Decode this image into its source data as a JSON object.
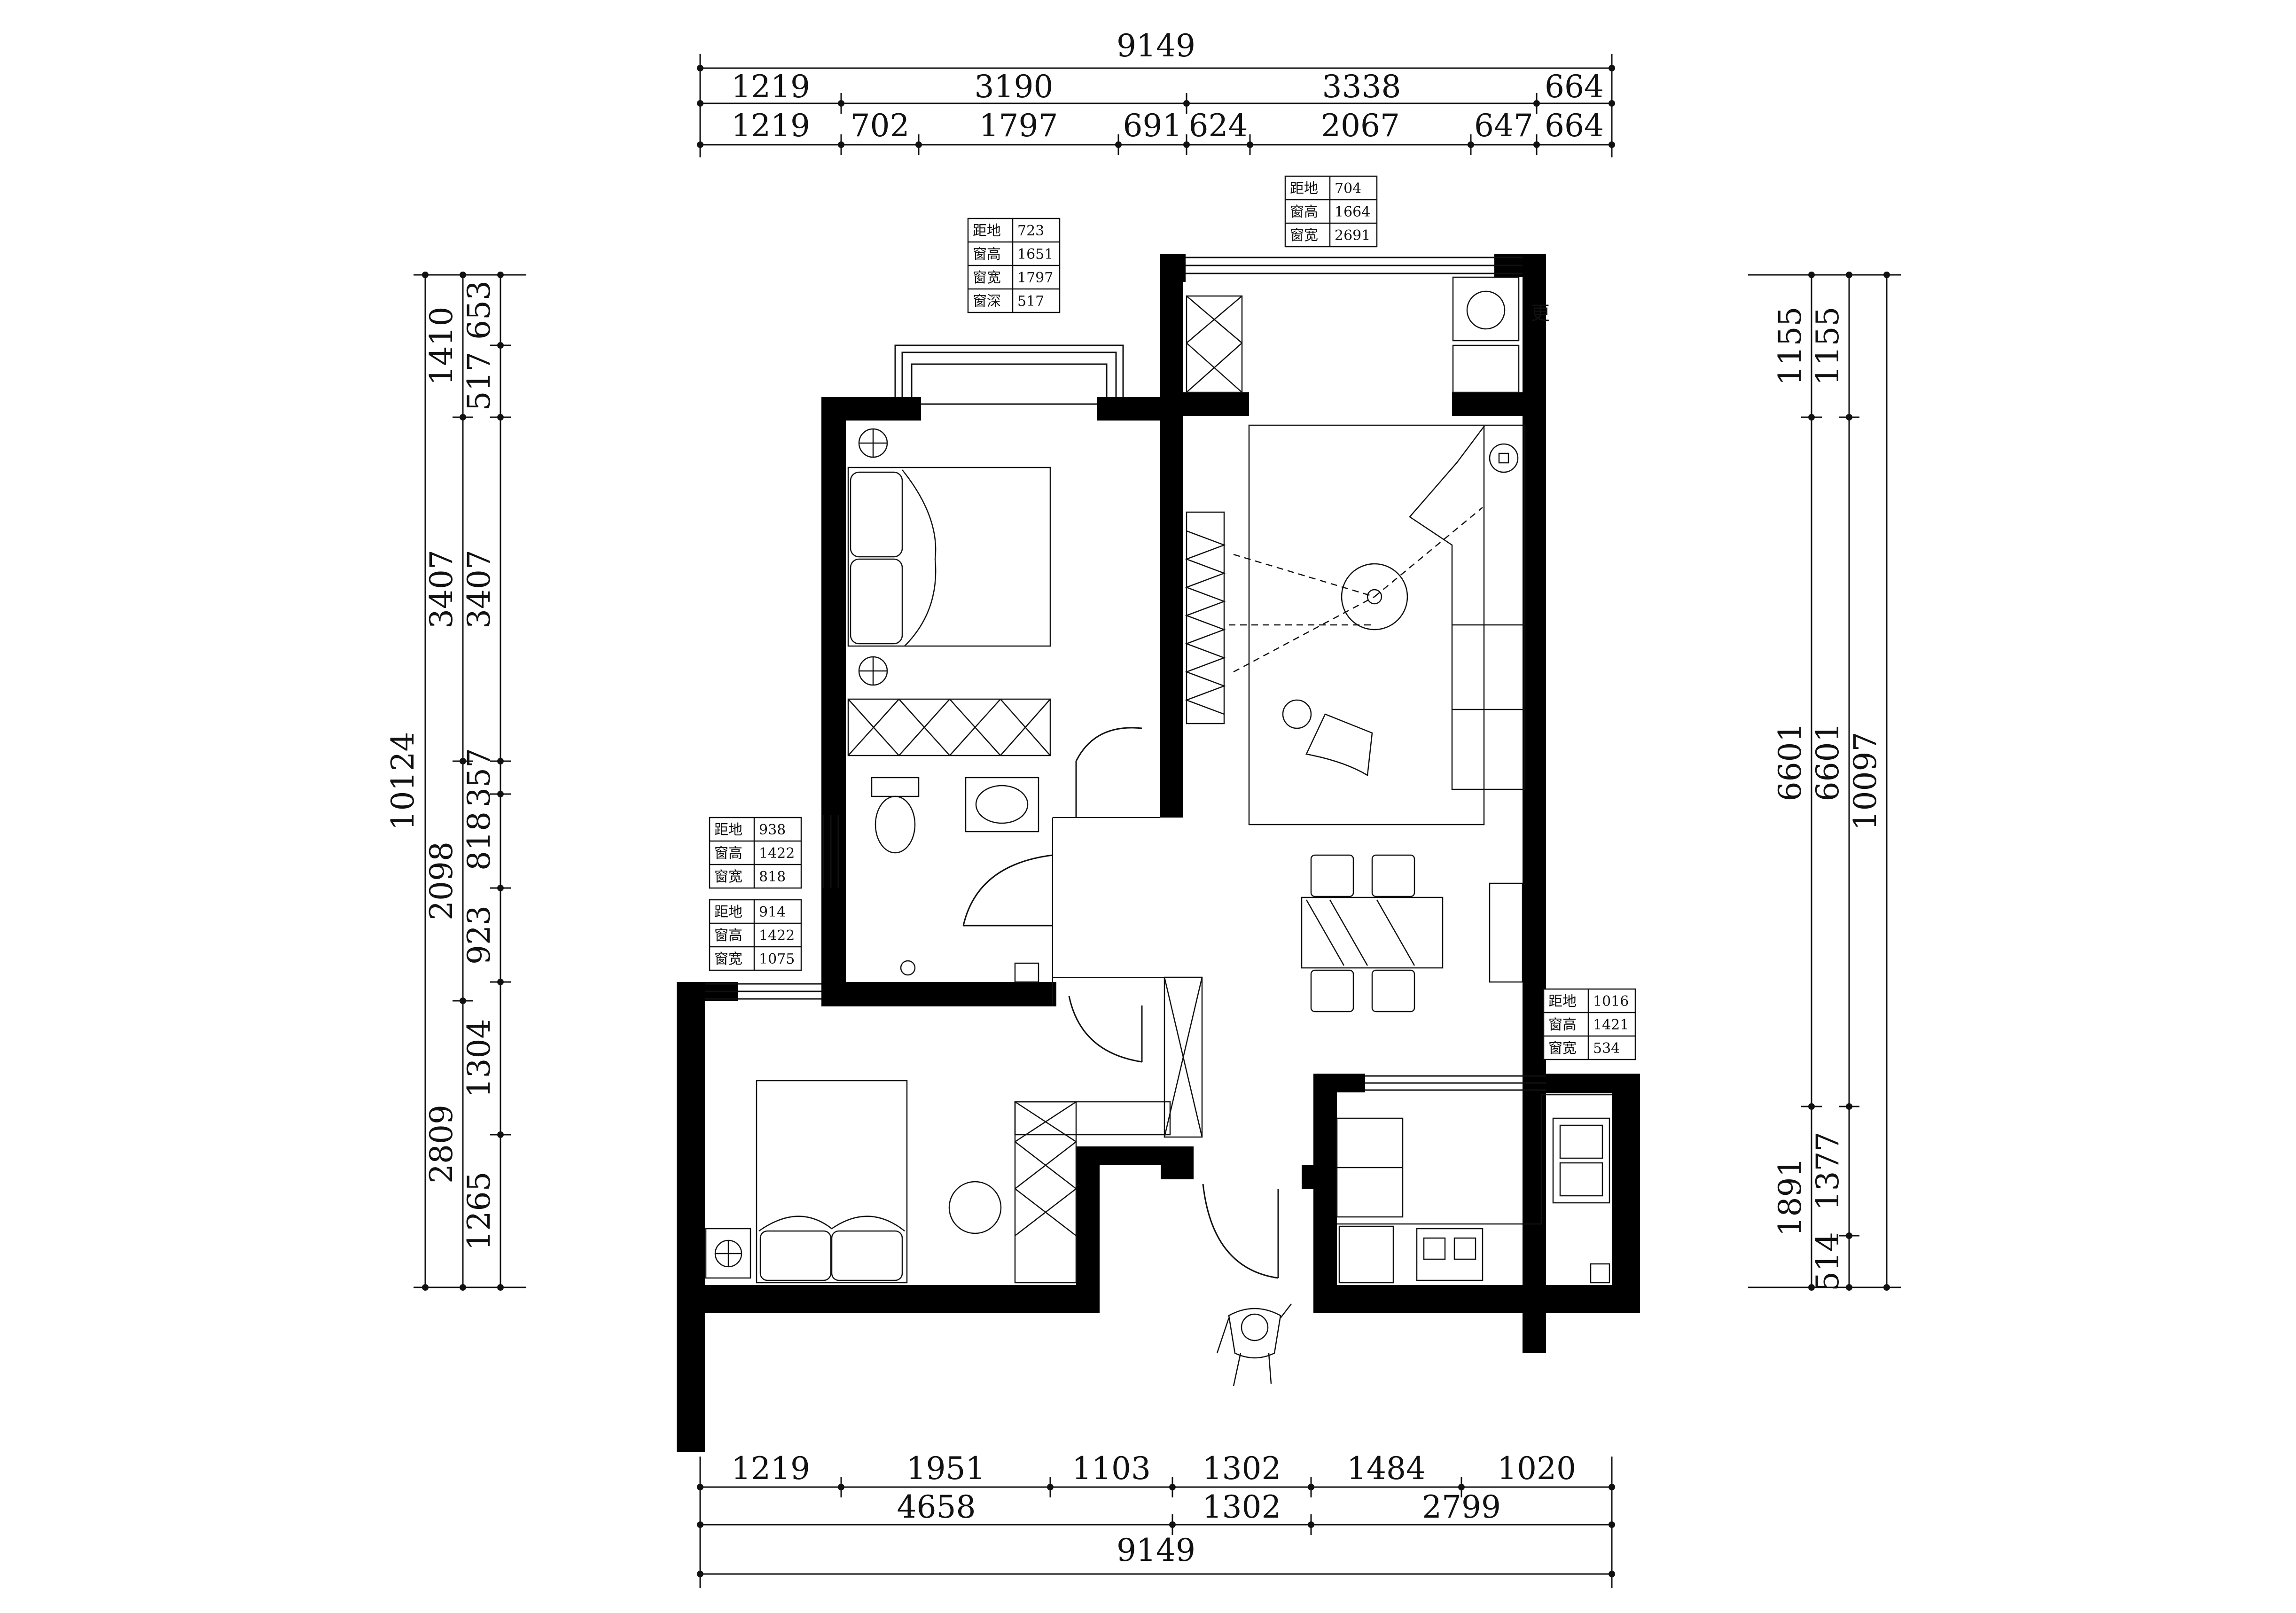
{
  "colors": {
    "wall": "#000000",
    "line": "#111111",
    "paper": "#ffffff"
  },
  "dimensions": {
    "top_total": "9149",
    "top_row1": [
      "1219",
      "3190",
      "3338",
      "664"
    ],
    "top_row2": [
      "1219",
      "702",
      "1797",
      "691",
      "624",
      "2067",
      "647",
      "664"
    ],
    "bottom_row1": [
      "1219",
      "1951",
      "1103",
      "1302",
      "1484",
      "1020"
    ],
    "bottom_row2": [
      "4658",
      "1302",
      "2799"
    ],
    "bottom_total": "9149",
    "left_total": "10124",
    "left_outer": [
      "1410",
      "3407",
      "2098",
      "2809"
    ],
    "left_inner": [
      "653",
      "517",
      "3407",
      "357",
      "818",
      "923",
      "1304",
      "1265"
    ],
    "right_outer": [
      "1155",
      "6601",
      "1891"
    ],
    "right_inner": [
      "1155",
      "6601",
      "1377",
      "514"
    ],
    "right_total": "10097"
  },
  "window_tables": [
    {
      "id": "bedroom1",
      "rows": [
        [
          "距地",
          "723"
        ],
        [
          "窗高",
          "1651"
        ],
        [
          "窗宽",
          "1797"
        ],
        [
          "窗深",
          "517"
        ]
      ]
    },
    {
      "id": "balcony",
      "rows": [
        [
          "距地",
          "704"
        ],
        [
          "窗高",
          "1664"
        ],
        [
          "窗宽",
          "2691"
        ]
      ]
    },
    {
      "id": "bath",
      "rows": [
        [
          "距地",
          "938"
        ],
        [
          "窗高",
          "1422"
        ],
        [
          "窗宽",
          "818"
        ]
      ]
    },
    {
      "id": "bedroom2",
      "rows": [
        [
          "距地",
          "914"
        ],
        [
          "窗高",
          "1422"
        ],
        [
          "窗宽",
          "1075"
        ]
      ]
    },
    {
      "id": "kitchen",
      "rows": [
        [
          "距地",
          "1016"
        ],
        [
          "窗高",
          "1421"
        ],
        [
          "窗宽",
          "534"
        ]
      ]
    }
  ],
  "watermark": "更"
}
